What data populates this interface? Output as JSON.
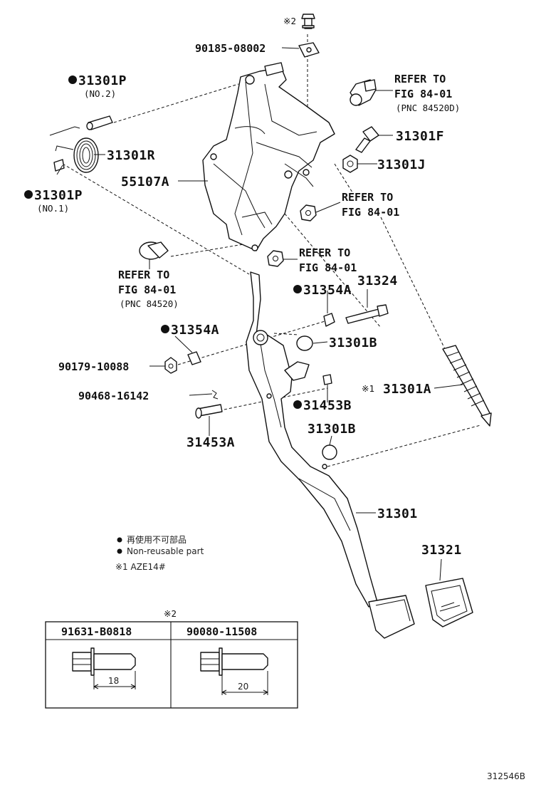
{
  "legend": {
    "dot_line_1": "再使用不可部品",
    "dot_line_2": "Non-reusable part",
    "note1": "※1 AZE14#"
  },
  "labels": {
    "note2_top": "※2",
    "p90185": "90185-08002",
    "p31301P_2": "31301P",
    "p31301P_2_sub": "(NO.2)",
    "refer1_a": "REFER TO",
    "refer1_b": "FIG 84-01",
    "refer1_c": "(PNC 84520D)",
    "p31301F": "31301F",
    "p31301R": "31301R",
    "p31301J": "31301J",
    "p55107A": "55107A",
    "p31301P_1": "31301P",
    "p31301P_1_sub": "(NO.1)",
    "refer2_a": "REFER TO",
    "refer2_b": "FIG 84-01",
    "refer3_a": "REFER TO",
    "refer3_b": "FIG 84-01",
    "refer4_a": "REFER TO",
    "refer4_b": "FIG 84-01",
    "refer4_c": "(PNC 84520)",
    "p31354A_r": "31354A",
    "p31324": "31324",
    "p31354A_l": "31354A",
    "p31301B_1": "31301B",
    "p90179": "90179-10088",
    "note1_mark": "※1",
    "p31301A": "31301A",
    "p90468": "90468-16142",
    "p31453B": "31453B",
    "p31301B_2": "31301B",
    "p31453A": "31453A",
    "p31301": "31301",
    "p31321": "31321"
  },
  "table": {
    "note": "※2",
    "col1_header": "91631-B0818",
    "col2_header": "90080-11508",
    "col1_dim": "18",
    "col2_dim": "20"
  },
  "figure_id": "312546B"
}
